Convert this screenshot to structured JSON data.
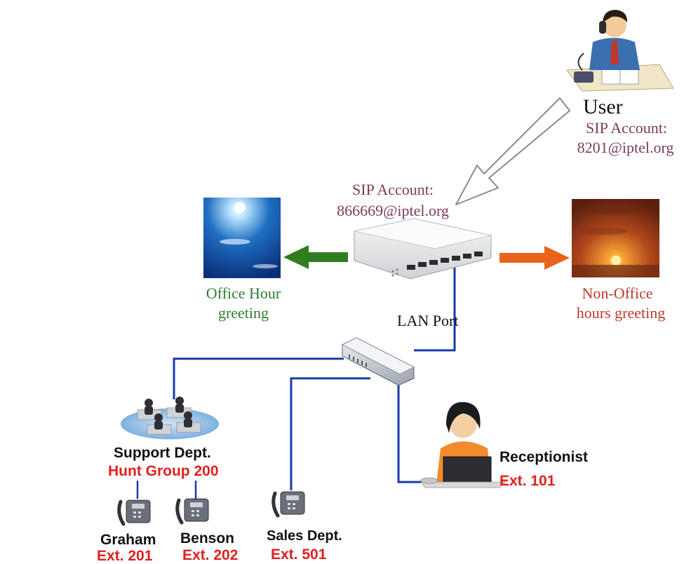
{
  "user": {
    "label": "User",
    "sip_line1": "SIP Account:",
    "sip_line2": "8201@iptel.org"
  },
  "router": {
    "sip_line1": "SIP Account:",
    "sip_line2": "866669@iptel.org",
    "lan_label": "LAN Port"
  },
  "office": {
    "line1": "Office Hour",
    "line2": "greeting"
  },
  "non_office": {
    "line1": "Non-Office",
    "line2": "hours greeting"
  },
  "support": {
    "name": "Support Dept.",
    "group": "Hunt Group 200"
  },
  "receptionist": {
    "name": "Receptionist",
    "ext": "Ext. 101"
  },
  "graham": {
    "name": "Graham",
    "ext": "Ext. 201"
  },
  "benson": {
    "name": "Benson",
    "ext": "Ext. 202"
  },
  "sales": {
    "name": "Sales Dept.",
    "ext": "Ext. 501"
  },
  "colors": {
    "sip_text": "#7a3b5e",
    "office_text": "#2e7d32",
    "non_office_text": "#c0392b",
    "ext_text": "#e02020",
    "cable": "#1a3aa8",
    "green_arrow": "#2e7d1e",
    "orange_arrow": "#e8641a"
  }
}
